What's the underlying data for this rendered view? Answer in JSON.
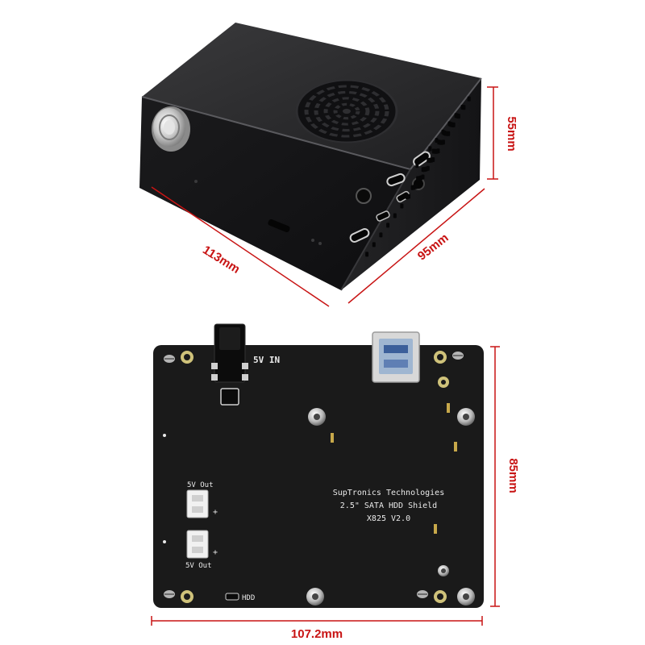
{
  "case": {
    "dim_length": "113mm",
    "dim_width": "95mm",
    "dim_height": "55mm"
  },
  "board": {
    "line1": "SupTronics Technologies",
    "line2": "2.5\" SATA HDD Shield",
    "line3": "X825 V2.0",
    "label_5v_in": "5V IN",
    "label_5v_out_top": "5V Out",
    "label_5v_out_bottom": "5V Out",
    "label_hdd": "HDD",
    "label_plus_top": "+",
    "label_plus_bottom": "+",
    "dim_width": "107.2mm",
    "dim_height": "85mm"
  },
  "colors": {
    "dimension_red": "#c81414",
    "case_black": "#1d1d1f",
    "pcb_black": "#1a1a1a",
    "silkscreen": "#e9e9e9"
  }
}
